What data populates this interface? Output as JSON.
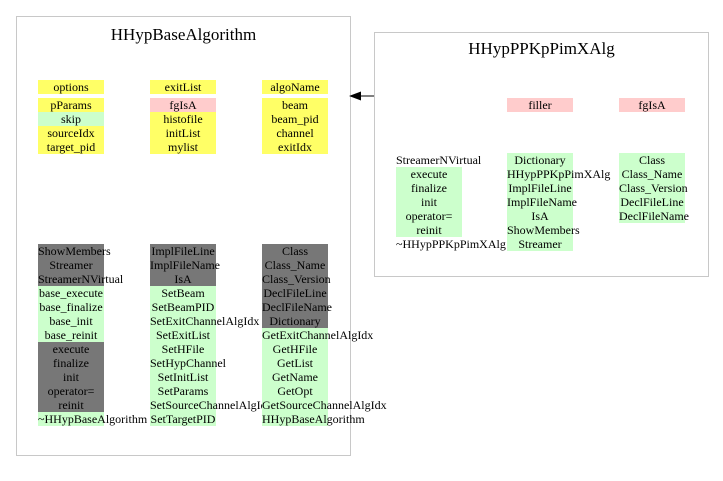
{
  "base_class": {
    "title": "HHypBaseAlgorithm",
    "col1_top": [
      {
        "t": "options",
        "bg": "yellow"
      },
      {
        "gap": true
      },
      {
        "t": "pParams",
        "bg": "yellow"
      },
      {
        "t": "skip",
        "bg": "green"
      },
      {
        "t": "sourceIdx",
        "bg": "yellow"
      },
      {
        "t": "target_pid",
        "bg": "yellow"
      }
    ],
    "col2_top": [
      {
        "t": "exitList",
        "bg": "yellow"
      },
      {
        "gap": true
      },
      {
        "t": "fgIsA",
        "bg": "pink"
      },
      {
        "t": "histofile",
        "bg": "yellow"
      },
      {
        "t": "initList",
        "bg": "yellow"
      },
      {
        "t": "mylist",
        "bg": "yellow"
      }
    ],
    "col3_top": [
      {
        "t": "algoName",
        "bg": "yellow"
      },
      {
        "gap": true
      },
      {
        "t": "beam",
        "bg": "yellow"
      },
      {
        "t": "beam_pid",
        "bg": "yellow"
      },
      {
        "t": "channel",
        "bg": "yellow"
      },
      {
        "t": "exitIdx",
        "bg": "yellow"
      }
    ],
    "col1_bottom": [
      {
        "t": "ShowMembers",
        "bg": "gray"
      },
      {
        "t": "Streamer",
        "bg": "gray"
      },
      {
        "t": "StreamerNVirtual",
        "bg": "gray"
      },
      {
        "t": "base_execute",
        "bg": "green"
      },
      {
        "t": "base_finalize",
        "bg": "green"
      },
      {
        "t": "base_init",
        "bg": "green"
      },
      {
        "t": "base_reinit",
        "bg": "green"
      },
      {
        "t": "execute",
        "bg": "gray"
      },
      {
        "t": "finalize",
        "bg": "gray"
      },
      {
        "t": "init",
        "bg": "gray"
      },
      {
        "t": "operator=",
        "bg": "gray"
      },
      {
        "t": "reinit",
        "bg": "gray"
      },
      {
        "t": "~HHypBaseAlgorithm",
        "bg": "green"
      }
    ],
    "col2_bottom": [
      {
        "t": "ImplFileLine",
        "bg": "gray"
      },
      {
        "t": "ImplFileName",
        "bg": "gray"
      },
      {
        "t": "IsA",
        "bg": "gray"
      },
      {
        "t": "SetBeam",
        "bg": "green"
      },
      {
        "t": "SetBeamPID",
        "bg": "green"
      },
      {
        "t": "SetExitChannelAlgIdx",
        "bg": "green"
      },
      {
        "t": "SetExitList",
        "bg": "green"
      },
      {
        "t": "SetHFile",
        "bg": "green"
      },
      {
        "t": "SetHypChannel",
        "bg": "green"
      },
      {
        "t": "SetInitList",
        "bg": "green"
      },
      {
        "t": "SetParams",
        "bg": "green"
      },
      {
        "t": "SetSourceChannelAlgIdx",
        "bg": "green"
      },
      {
        "t": "SetTargetPID",
        "bg": "green"
      }
    ],
    "col3_bottom": [
      {
        "t": "Class",
        "bg": "gray"
      },
      {
        "t": "Class_Name",
        "bg": "gray"
      },
      {
        "t": "Class_Version",
        "bg": "gray"
      },
      {
        "t": "DeclFileLine",
        "bg": "gray"
      },
      {
        "t": "DeclFileName",
        "bg": "gray"
      },
      {
        "t": "Dictionary",
        "bg": "gray"
      },
      {
        "t": "GetExitChannelAlgIdx",
        "bg": "green"
      },
      {
        "t": "GetHFile",
        "bg": "green"
      },
      {
        "t": "GetList",
        "bg": "green"
      },
      {
        "t": "GetName",
        "bg": "green"
      },
      {
        "t": "GetOpt",
        "bg": "green"
      },
      {
        "t": "GetSourceChannelAlgIdx",
        "bg": "green"
      },
      {
        "t": "HHypBaseAlgorithm",
        "bg": "green"
      }
    ]
  },
  "derived_class": {
    "title": "HHypPPKpPimXAlg",
    "col2_top": [
      {
        "t": "filler",
        "bg": "pink"
      }
    ],
    "col3_top": [
      {
        "t": "fgIsA",
        "bg": "pink"
      }
    ],
    "col1_bottom": [
      {
        "t": "StreamerNVirtual",
        "bg": "none"
      },
      {
        "t": "execute",
        "bg": "green"
      },
      {
        "t": "finalize",
        "bg": "green"
      },
      {
        "t": "init",
        "bg": "green"
      },
      {
        "t": "operator=",
        "bg": "green"
      },
      {
        "t": "reinit",
        "bg": "green"
      },
      {
        "t": "~HHypPPKpPimXAlg",
        "bg": "none"
      }
    ],
    "col2_bottom": [
      {
        "t": "Dictionary",
        "bg": "green"
      },
      {
        "t": "HHypPPKpPimXAlg",
        "bg": "green"
      },
      {
        "t": "ImplFileLine",
        "bg": "green"
      },
      {
        "t": "ImplFileName",
        "bg": "green"
      },
      {
        "t": "IsA",
        "bg": "green"
      },
      {
        "t": "ShowMembers",
        "bg": "green"
      },
      {
        "t": "Streamer",
        "bg": "green"
      }
    ],
    "col3_bottom": [
      {
        "t": "Class",
        "bg": "green"
      },
      {
        "t": "Class_Name",
        "bg": "green"
      },
      {
        "t": "Class_Version",
        "bg": "green"
      },
      {
        "t": "DeclFileLine",
        "bg": "green"
      },
      {
        "t": "DeclFileName",
        "bg": "green"
      }
    ]
  },
  "colors": {
    "data_member": "#ffff66",
    "static_member": "#ffcccc",
    "public_method": "#ccffcc",
    "private_method": "#777777",
    "border": "#c8c8c8"
  },
  "inheritance_arrow": {
    "from": "HHypPPKpPimXAlg",
    "to": "HHypBaseAlgorithm",
    "icon": "arrowhead-icon"
  }
}
